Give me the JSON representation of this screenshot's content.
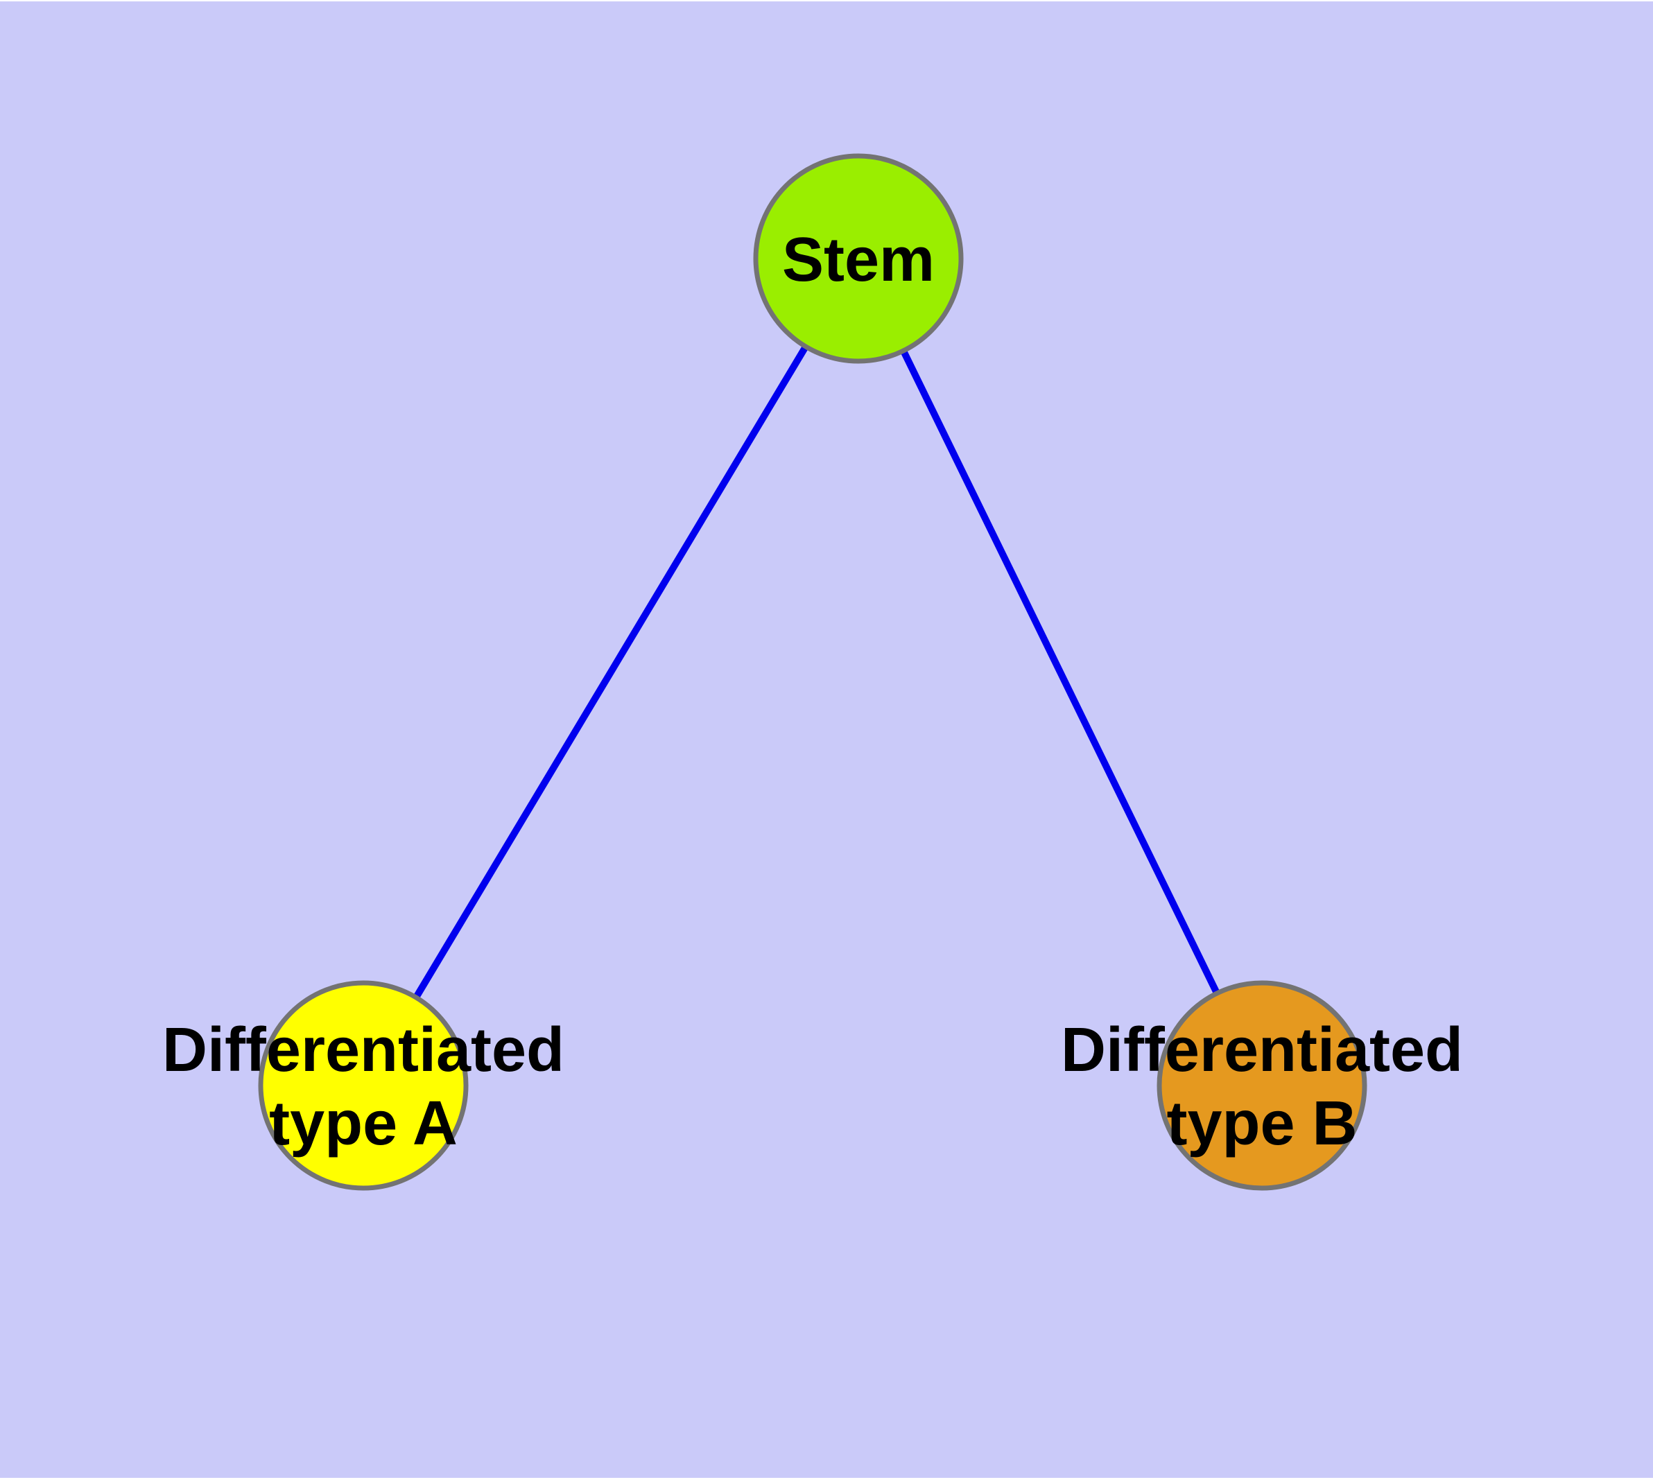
{
  "canvas": {
    "background_color": "#CACAF9",
    "page_margin_color": "#FFFFFF"
  },
  "graph": {
    "title": "",
    "edge_color": "#0000EE",
    "node_border_color": "#737373",
    "label_color": "#000000",
    "nodes": {
      "stem": {
        "label": "Stem",
        "fill_color": "#9AEE00"
      },
      "differentiated_a": {
        "label_line1": "Differentiated",
        "label_line2": "type A",
        "fill_color": "#FFFF00"
      },
      "differentiated_b": {
        "label_line1": "Differentiated",
        "label_line2": "type B",
        "fill_color": "#E5991F"
      }
    },
    "edges": [
      {
        "from": "Stem",
        "to": "Differentiated type A"
      },
      {
        "from": "Stem",
        "to": "Differentiated type B"
      }
    ]
  }
}
